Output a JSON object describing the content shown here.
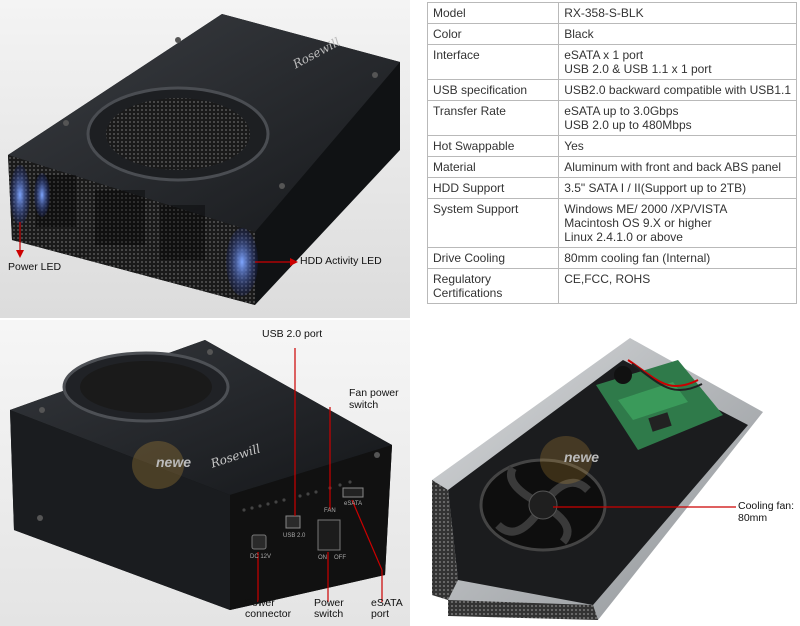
{
  "specs": [
    {
      "key": "Model",
      "lines": [
        "RX-358-S-BLK"
      ]
    },
    {
      "key": "Color",
      "lines": [
        "Black"
      ]
    },
    {
      "key": "Interface",
      "lines": [
        "eSATA  x 1 port",
        "USB 2.0 & USB 1.1 x 1 port"
      ]
    },
    {
      "key": "USB specification",
      "lines": [
        "USB2.0 backward compatible with USB1.1"
      ]
    },
    {
      "key": "Transfer Rate",
      "lines": [
        "eSATA up to 3.0Gbps",
        "USB 2.0 up to 480Mbps"
      ]
    },
    {
      "key": "Hot Swappable",
      "lines": [
        "Yes"
      ]
    },
    {
      "key": "Material",
      "lines": [
        "Aluminum with front and back ABS panel"
      ]
    },
    {
      "key": "HDD Support",
      "lines": [
        "3.5\" SATA I / II(Support up to 2TB)"
      ]
    },
    {
      "key": "System Support",
      "lines": [
        "Windows ME/ 2000 /XP/VISTA",
        "Macintosh OS 9.X or higher",
        "Linux 2.4.1.0 or above"
      ]
    },
    {
      "key": "Drive Cooling",
      "lines": [
        "80mm cooling fan (Internal)"
      ]
    },
    {
      "key": "Regulatory Certifications",
      "lines": [
        "CE,FCC, ROHS"
      ]
    }
  ],
  "callouts": {
    "power_led": "Power LED",
    "hdd_led": "HDD Activity LED",
    "usb_port": "USB 2.0 port",
    "fan_switch_1": "Fan power",
    "fan_switch_2": "switch",
    "power_connector_1": "Power",
    "power_connector_2": "connector",
    "power_switch_1": "Power",
    "power_switch_2": "switch",
    "esata_1": "eSATA",
    "esata_2": "port",
    "cooling_fan_1": "Cooling fan:",
    "cooling_fan_2": "80mm"
  },
  "product_marks": {
    "brand_script": "Rosewill",
    "watermark": "newe",
    "port_usb": "USB 2.0",
    "port_dc": "DC 12V",
    "port_fan": "FAN",
    "port_esata": "eSATA",
    "switch_on": "ON",
    "switch_off": "OFF"
  }
}
